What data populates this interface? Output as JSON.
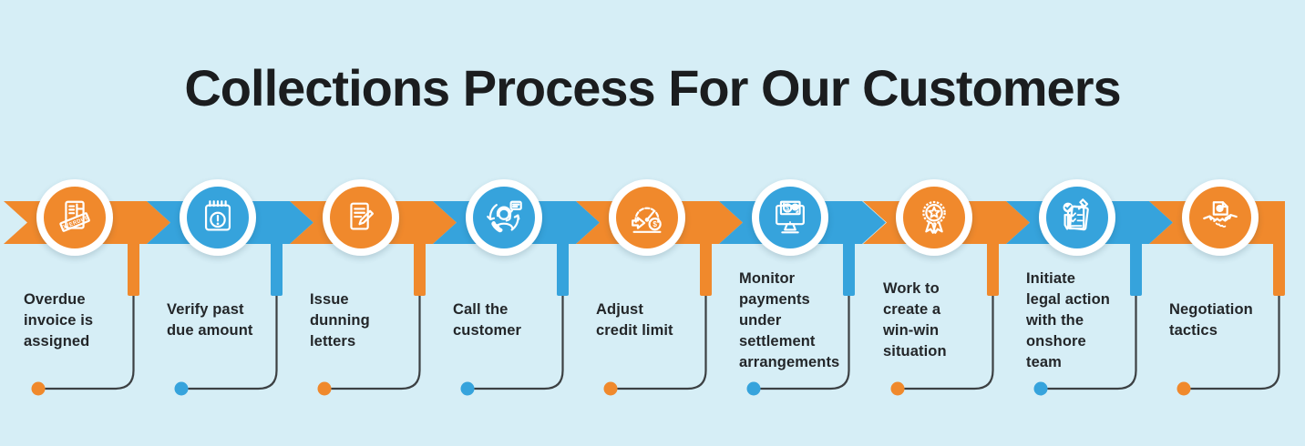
{
  "title": "Collections Process For Our Customers",
  "colors": {
    "background": "#D6EEF6",
    "orange": "#F0892C",
    "blue": "#36A3DC",
    "connector_line": "#3C4043",
    "text": "#232629",
    "title_text": "#1B1D1F"
  },
  "stamp_text": "OVERDUE",
  "dollar_sign": "$",
  "steps": [
    {
      "label": "Overdue\ninvoice is\nassigned",
      "color": "orange",
      "icon": "overdue-invoice-icon"
    },
    {
      "label": "Verify past\ndue amount",
      "color": "blue",
      "icon": "calendar-alert-icon"
    },
    {
      "label": "Issue\ndunning\nletters",
      "color": "orange",
      "icon": "dunning-letter-icon"
    },
    {
      "label": "Call the\ncustomer",
      "color": "blue",
      "icon": "call-agent-icon"
    },
    {
      "label": "Adjust\ncredit limit",
      "color": "orange",
      "icon": "credit-gauge-icon"
    },
    {
      "label": "Monitor\npayments\nunder\nsettlement\narrangements",
      "color": "blue",
      "icon": "monitor-payments-icon"
    },
    {
      "label": "Work to\ncreate a\nwin-win\nsituation",
      "color": "orange",
      "icon": "award-ribbon-icon"
    },
    {
      "label": "Initiate\nlegal action\nwith the\nonshore\nteam",
      "color": "blue",
      "icon": "legal-action-icon"
    },
    {
      "label": "Negotiation\ntactics",
      "color": "orange",
      "icon": "handshake-document-icon"
    }
  ]
}
